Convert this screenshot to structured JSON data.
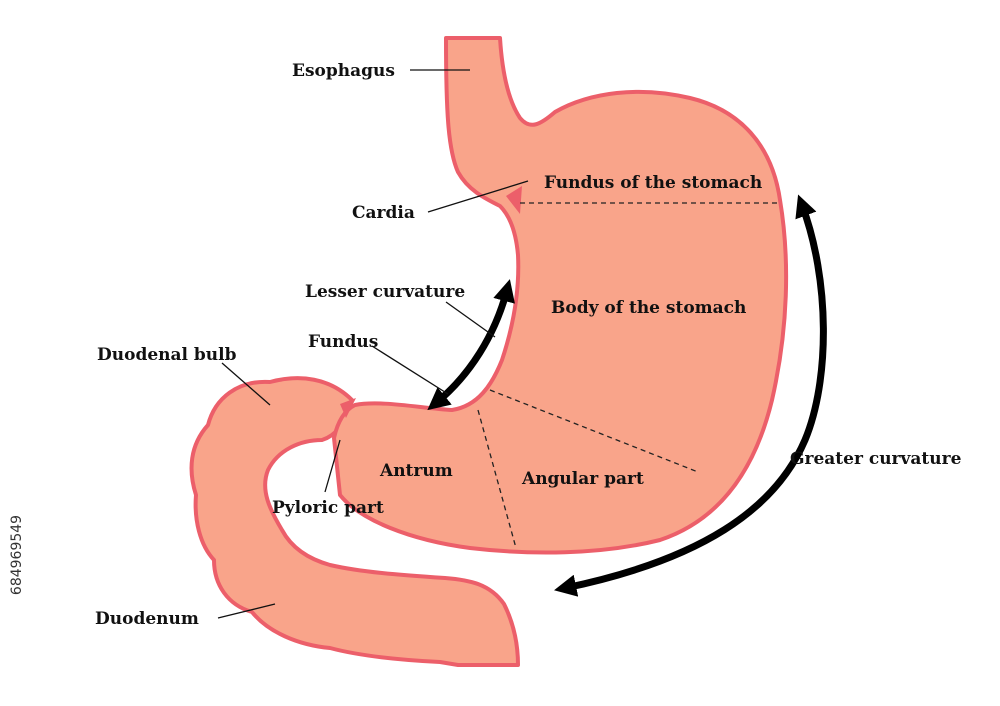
{
  "colors": {
    "tissue_fill": "#f9a48a",
    "tissue_outline": "#ec5f6a",
    "text": "#111111",
    "arrow": "#000000"
  },
  "labels": {
    "esophagus": "Esophagus",
    "fundus_of_stomach": "Fundus of the stomach",
    "cardia": "Cardia",
    "lesser_curvature": "Lesser curvature",
    "body_of_stomach": "Body of the stomach",
    "fundus": "Fundus",
    "duodenal_bulb": "Duodenal bulb",
    "antrum": "Antrum",
    "angular_part": "Angular part",
    "greater_curvature": "Greater curvature",
    "pyloric_part": "Pyloric part",
    "duodenum": "Duodenum"
  },
  "stock_id": "684969549"
}
